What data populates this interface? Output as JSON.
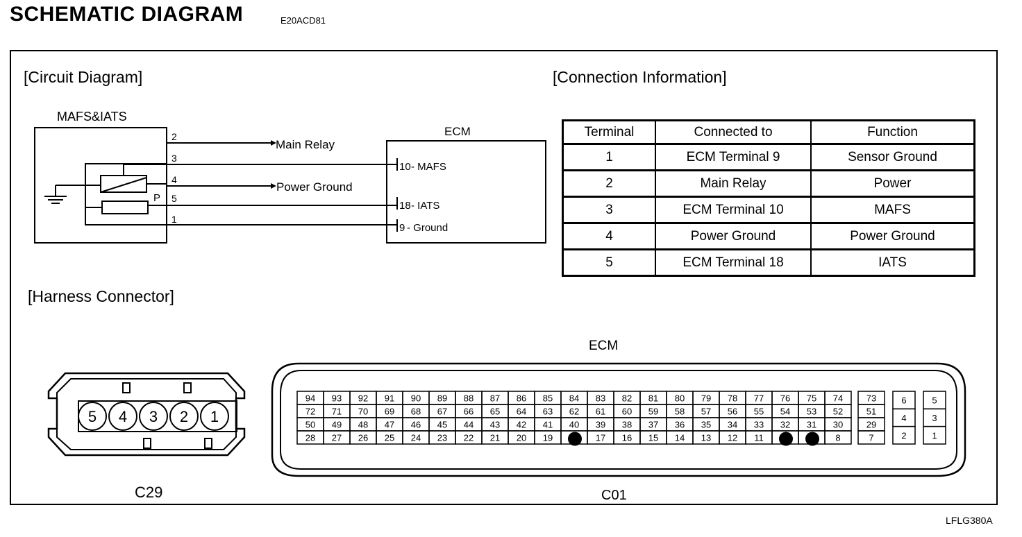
{
  "header": {
    "title": "SCHEMATIC DIAGRAM",
    "code": "E20ACD81"
  },
  "sections": {
    "circuit": "[Circuit Diagram]",
    "connection": "[Connection Information]",
    "harness": "[Harness Connector]"
  },
  "circuit": {
    "sensor_label": "MAFS&IATS",
    "ecm_label": "ECM",
    "p_label": "P",
    "pins": [
      "2",
      "3",
      "4",
      "5",
      "1"
    ],
    "main_relay": "Main Relay",
    "power_ground": "Power Ground",
    "ecm_pins": [
      {
        "num": "10",
        "label": "- MAFS"
      },
      {
        "num": "18",
        "label": "- IATS"
      },
      {
        "num": "9",
        "label": "- Ground"
      }
    ]
  },
  "connection_table": {
    "headers": [
      "Terminal",
      "Connected to",
      "Function"
    ],
    "rows": [
      [
        "1",
        "ECM Terminal 9",
        "Sensor Ground"
      ],
      [
        "2",
        "Main Relay",
        "Power"
      ],
      [
        "3",
        "ECM Terminal 10",
        "MAFS"
      ],
      [
        "4",
        "Power Ground",
        "Power Ground"
      ],
      [
        "5",
        "ECM Terminal 18",
        "IATS"
      ]
    ]
  },
  "harness": {
    "ecm_label": "ECM",
    "c29_label": "C29",
    "c01_label": "C01",
    "c29_pins": [
      "5",
      "4",
      "3",
      "2",
      "1"
    ],
    "ecm_rows": [
      [
        "94",
        "93",
        "92",
        "91",
        "90",
        "89",
        "88",
        "87",
        "86",
        "85",
        "84",
        "83",
        "82",
        "81",
        "80",
        "79",
        "78",
        "77",
        "76",
        "75",
        "74"
      ],
      [
        "72",
        "71",
        "70",
        "69",
        "68",
        "67",
        "66",
        "65",
        "64",
        "63",
        "62",
        "61",
        "60",
        "59",
        "58",
        "57",
        "56",
        "55",
        "54",
        "53",
        "52"
      ],
      [
        "50",
        "49",
        "48",
        "47",
        "46",
        "45",
        "44",
        "43",
        "42",
        "41",
        "40",
        "39",
        "38",
        "37",
        "36",
        "35",
        "34",
        "33",
        "32",
        "31",
        "30"
      ],
      [
        "28",
        "27",
        "26",
        "25",
        "24",
        "23",
        "22",
        "21",
        "20",
        "19",
        "",
        "17",
        "16",
        "15",
        "14",
        "13",
        "12",
        "11",
        "",
        "",
        "8"
      ]
    ],
    "filled_pins_row4_index": [
      10,
      18,
      19
    ],
    "side_col": [
      "73",
      "51",
      "29",
      "7"
    ],
    "box2": [
      "6",
      "4",
      "2"
    ],
    "box3": [
      "5",
      "3",
      "1"
    ]
  },
  "footer": "LFLG380A"
}
